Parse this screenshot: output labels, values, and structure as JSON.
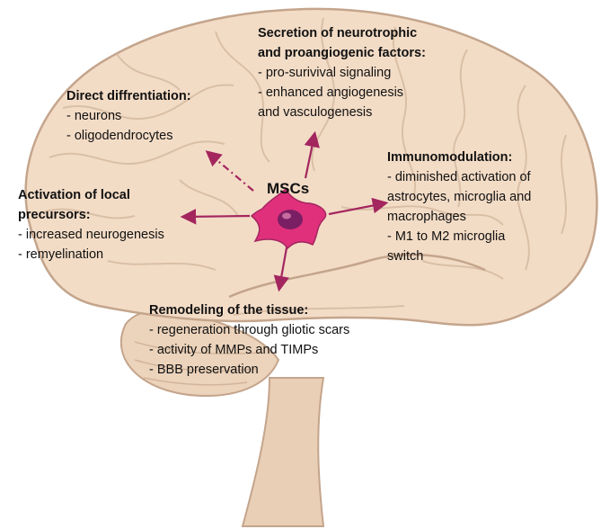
{
  "center": {
    "label": "MSCs"
  },
  "colors": {
    "arrow": "#a3265f",
    "cell": "#e0307c",
    "nucleus": "#7a1f63",
    "brain_fill": "#f3dcc6",
    "brain_line": "#c4a58c"
  },
  "blocks": {
    "secretion": {
      "title_lines": [
        "Secretion of neurotrophic",
        "and proangiogenic factors:"
      ],
      "items": [
        "- pro-surivival signaling",
        "- enhanced angiogenesis",
        "and vasculogenesis"
      ]
    },
    "differentiation": {
      "title_lines": [
        "Direct diffrentiation:"
      ],
      "items": [
        "- neurons",
        "- oligodendrocytes"
      ]
    },
    "immunomodulation": {
      "title_lines": [
        "Immunomodulation:"
      ],
      "items": [
        "- diminished activation of",
        "astrocytes, microglia and",
        "macrophages",
        "- M1 to M2 microglia",
        "switch"
      ]
    },
    "activation": {
      "title_lines": [
        "Activation of local",
        "precursors:"
      ],
      "items": [
        "- increased neurogenesis",
        "- remyelination"
      ]
    },
    "remodeling": {
      "title_lines": [
        "Remodeling of the tissue:"
      ],
      "items": [
        "- regeneration through gliotic scars",
        "- activity of MMPs and TIMPs",
        "- BBB preservation"
      ]
    }
  }
}
